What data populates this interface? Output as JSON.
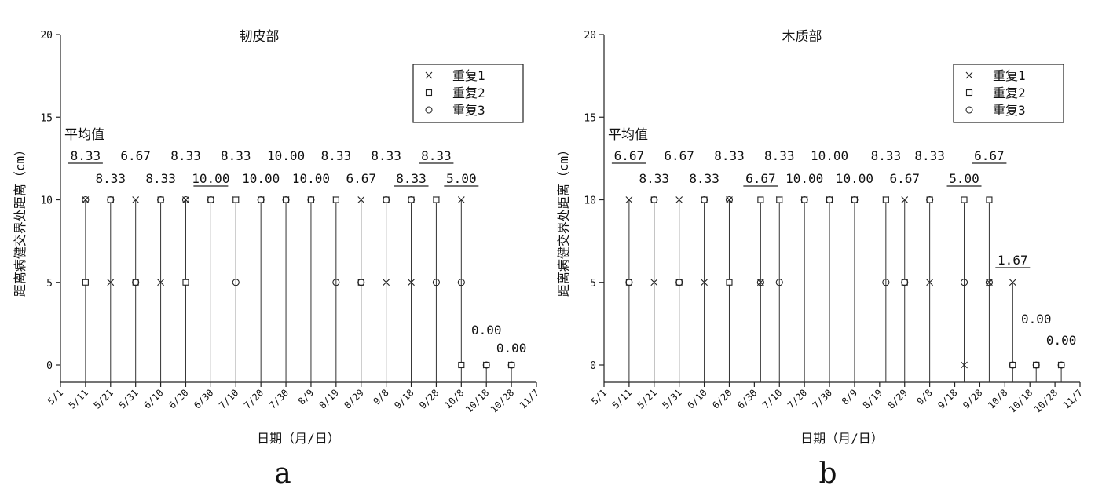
{
  "chart_data": [
    {
      "type": "scatter",
      "panel_label": "a",
      "title": "韧皮部",
      "xlabel": "日期（月/日）",
      "ylabel": "距离病健交界处距离（cm）",
      "ylim": [
        0,
        20
      ],
      "yticks": [
        "0",
        "5",
        "10",
        "15",
        "20"
      ],
      "x_ticks": [
        "5/1",
        "5/11",
        "5/21",
        "5/31",
        "6/10",
        "6/20",
        "6/30",
        "7/10",
        "7/20",
        "7/30",
        "8/9",
        "8/19",
        "8/29",
        "9/8",
        "9/18",
        "9/28",
        "10/8",
        "10/18",
        "10/28",
        "11/7"
      ],
      "mean_label": "平均值",
      "legend_position": "top-right",
      "legend": [
        "重复1",
        "重复2",
        "重复3"
      ],
      "x": [
        "5/11",
        "5/21",
        "5/31",
        "6/10",
        "6/20",
        "6/30",
        "7/10",
        "7/20",
        "7/30",
        "8/9",
        "8/19",
        "8/29",
        "9/8",
        "9/18",
        "9/28",
        "10/8",
        "10/18",
        "10/28"
      ],
      "series": [
        {
          "name": "重复1",
          "values": [
            10,
            5,
            10,
            5,
            10,
            10,
            10,
            10,
            10,
            10,
            10,
            10,
            5,
            5,
            10,
            10,
            0,
            0
          ]
        },
        {
          "name": "重复2",
          "values": [
            5,
            10,
            5,
            10,
            5,
            10,
            10,
            10,
            10,
            10,
            10,
            5,
            10,
            10,
            10,
            0,
            0,
            0
          ]
        },
        {
          "name": "重复3",
          "values": [
            10,
            10,
            5,
            10,
            10,
            10,
            5,
            10,
            10,
            10,
            5,
            5,
            10,
            10,
            5,
            5,
            0,
            0
          ]
        }
      ],
      "means": [
        "8.33",
        "8.33",
        "6.67",
        "8.33",
        "8.33",
        "10.00",
        "8.33",
        "10.00",
        "10.00",
        "10.00",
        "8.33",
        "6.67",
        "8.33",
        "8.33",
        "8.33",
        "5.00",
        "0.00",
        "0.00"
      ],
      "mean_underlined": [
        true,
        false,
        false,
        false,
        false,
        true,
        false,
        false,
        false,
        false,
        false,
        false,
        false,
        true,
        true,
        true,
        false,
        false
      ]
    },
    {
      "type": "scatter",
      "panel_label": "b",
      "title": "木质部",
      "xlabel": "日期（月/日）",
      "ylabel": "距离病健交界处距离（cm）",
      "ylim": [
        0,
        20
      ],
      "yticks": [
        "0",
        "5",
        "10",
        "15",
        "20"
      ],
      "x_ticks": [
        "5/1",
        "5/11",
        "5/21",
        "5/31",
        "6/10",
        "6/20",
        "6/30",
        "7/10",
        "7/20",
        "7/30",
        "8/9",
        "8/19",
        "8/29",
        "9/8",
        "9/18",
        "9/28",
        "10/8",
        "10/18",
        "10/28",
        "11/7"
      ],
      "mean_label": "平均值",
      "legend_position": "top-right",
      "legend": [
        "重复1",
        "重复2",
        "重复3"
      ],
      "x": [
        "5/11",
        "5/21",
        "5/31",
        "6/10",
        "6/20",
        "6/30",
        "7/10",
        "7/20",
        "7/30",
        "8/9",
        "8/19",
        "8/29",
        "9/8",
        "9/18",
        "9/28",
        "10/8",
        "10/18",
        "10/28"
      ],
      "series": [
        {
          "name": "重复1",
          "values": [
            10,
            5,
            10,
            5,
            10,
            5,
            10,
            10,
            10,
            10,
            10,
            10,
            5,
            0,
            5,
            5,
            0,
            0
          ]
        },
        {
          "name": "重复2",
          "values": [
            5,
            10,
            5,
            10,
            5,
            10,
            10,
            10,
            10,
            10,
            10,
            5,
            10,
            10,
            10,
            0,
            0,
            0
          ]
        },
        {
          "name": "重复3",
          "values": [
            5,
            10,
            5,
            10,
            10,
            5,
            5,
            10,
            10,
            10,
            5,
            5,
            10,
            5,
            5,
            0,
            0,
            0
          ]
        }
      ],
      "means": [
        "6.67",
        "8.33",
        "6.67",
        "8.33",
        "8.33",
        "6.67",
        "8.33",
        "10.00",
        "10.00",
        "10.00",
        "8.33",
        "6.67",
        "8.33",
        "5.00",
        "6.67",
        "1.67",
        "0.00",
        "0.00"
      ],
      "mean_underlined": [
        true,
        false,
        false,
        false,
        false,
        true,
        false,
        false,
        false,
        false,
        false,
        false,
        false,
        true,
        true,
        true,
        false,
        false
      ]
    }
  ]
}
